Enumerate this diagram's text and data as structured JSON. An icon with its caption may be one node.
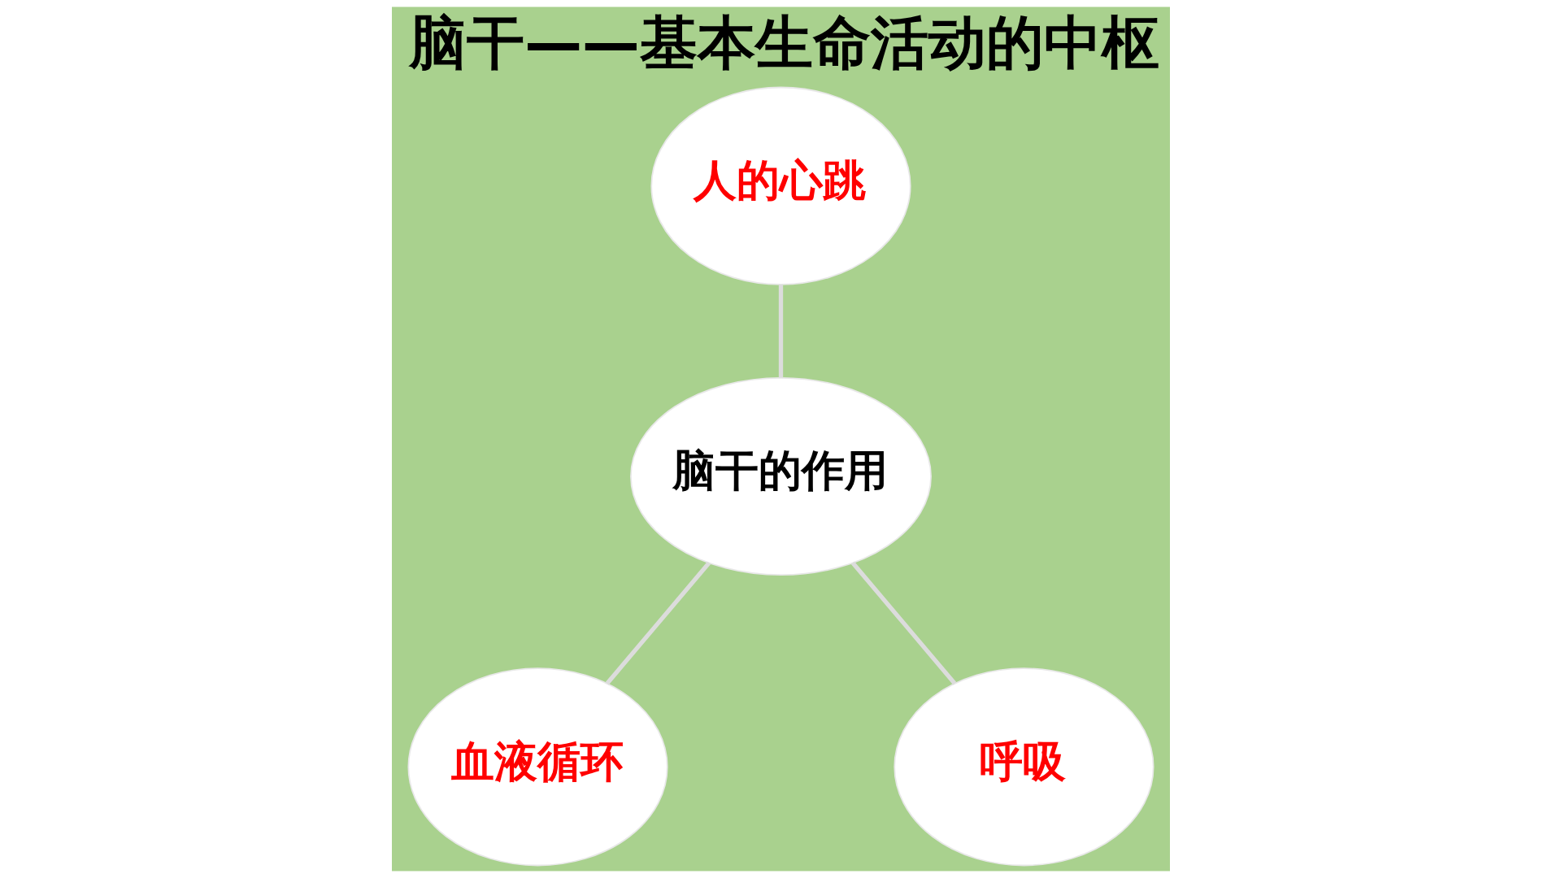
{
  "diagram": {
    "title": "脑干——基本生命活动的中枢",
    "nodes": [
      {
        "text": [
          "人的心跳"
        ]
      },
      {
        "text": [
          "脑干的作用"
        ]
      },
      {
        "text": [
          "血液循环"
        ]
      },
      {
        "text": [
          "呼吸"
        ]
      }
    ],
    "edges": [
      {
        "from": 0,
        "to": 1,
        "arrow": "none"
      },
      {
        "from": 1,
        "to": 2,
        "arrow": "none"
      },
      {
        "from": 1,
        "to": 3,
        "arrow": "none"
      }
    ]
  }
}
